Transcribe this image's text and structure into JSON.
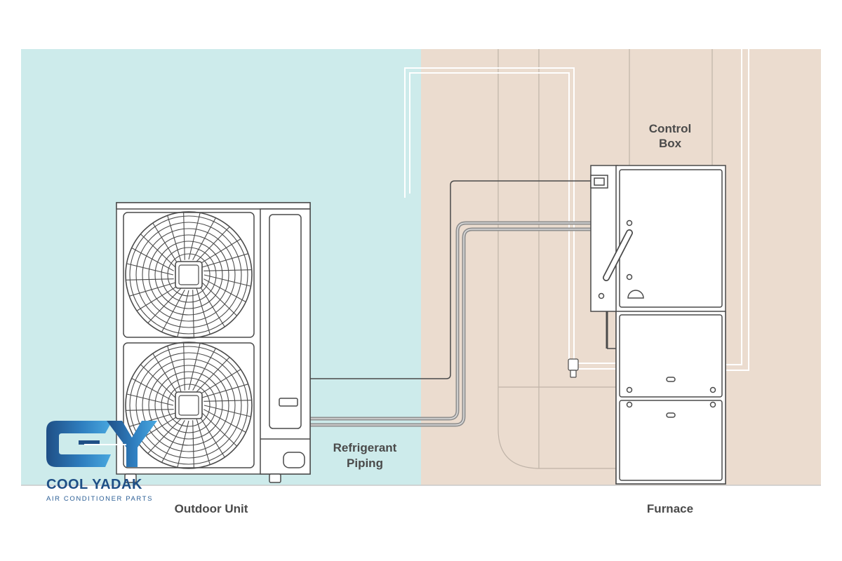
{
  "labels": {
    "outdoor_unit": "Outdoor Unit",
    "refrigerant_line1": "Refrigerant",
    "refrigerant_line2": "Piping",
    "control_line1": "Control",
    "control_line2": "Box",
    "furnace": "Furnace"
  },
  "logo": {
    "name": "COOL YADAK",
    "tagline": "AIR CONDITIONER PARTS"
  },
  "colors": {
    "outdoor_zone": "#cdebeb",
    "indoor_zone": "#ebdccf",
    "line": "#4a4a4a",
    "pipe": "#9a9a9a",
    "logo_blue": "#1f4f86"
  },
  "icons": {
    "fan_top": "fan-icon",
    "fan_bottom": "fan-icon",
    "logo_mark": "cy-logo-icon"
  }
}
